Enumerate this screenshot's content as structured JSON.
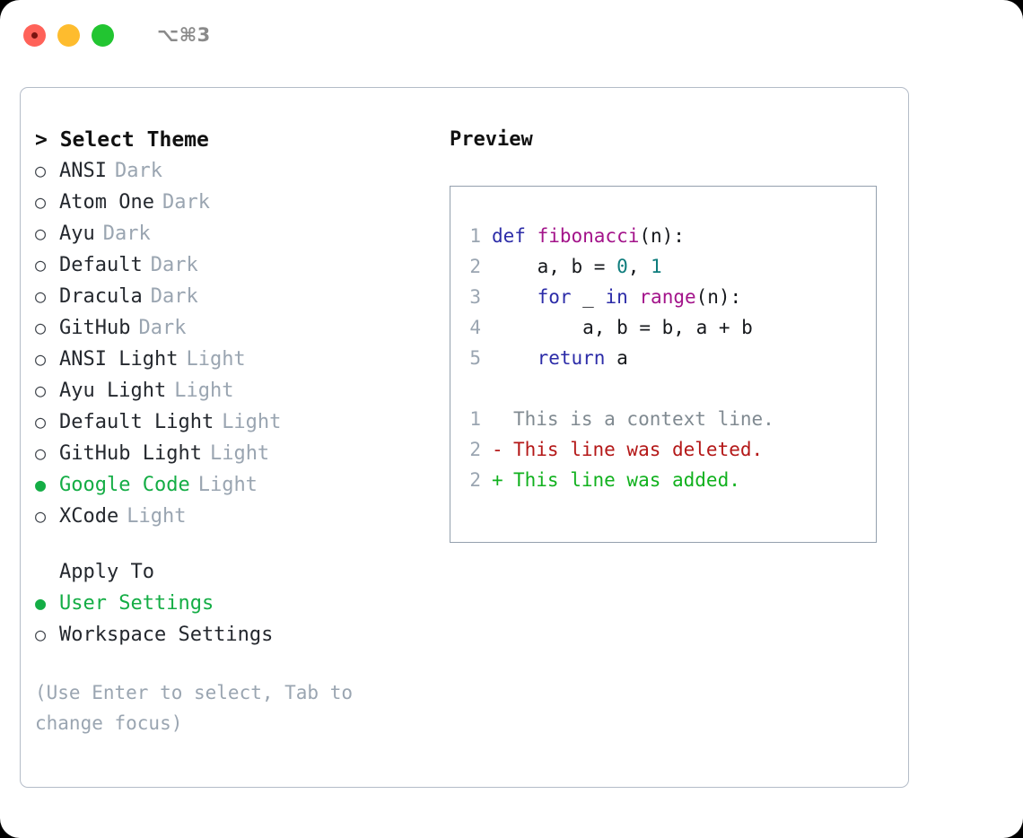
{
  "titlebar": {
    "shortcut": "⌥⌘3",
    "lights": [
      "close-light",
      "minimize-light",
      "maximize-light"
    ]
  },
  "theme_section": {
    "header": "> Select Theme",
    "prompt": ">",
    "header_text": "Select Theme",
    "options": [
      {
        "marker": "○",
        "label": "ANSI",
        "variant": "Dark",
        "selected": false
      },
      {
        "marker": "○",
        "label": "Atom One",
        "variant": "Dark",
        "selected": false
      },
      {
        "marker": "○",
        "label": "Ayu",
        "variant": "Dark",
        "selected": false
      },
      {
        "marker": "○",
        "label": "Default",
        "variant": "Dark",
        "selected": false
      },
      {
        "marker": "○",
        "label": "Dracula",
        "variant": "Dark",
        "selected": false
      },
      {
        "marker": "○",
        "label": "GitHub",
        "variant": "Dark",
        "selected": false
      },
      {
        "marker": "○",
        "label": "ANSI Light",
        "variant": "Light",
        "selected": false
      },
      {
        "marker": "○",
        "label": "Ayu Light",
        "variant": "Light",
        "selected": false
      },
      {
        "marker": "○",
        "label": "Default Light",
        "variant": "Light",
        "selected": false
      },
      {
        "marker": "○",
        "label": "GitHub Light",
        "variant": "Light",
        "selected": false
      },
      {
        "marker": "●",
        "label": "Google Code",
        "variant": "Light",
        "selected": true
      },
      {
        "marker": "○",
        "label": "XCode",
        "variant": "Light",
        "selected": false
      }
    ]
  },
  "apply_section": {
    "header": "Apply To",
    "options": [
      {
        "marker": "●",
        "label": "User Settings",
        "selected": true
      },
      {
        "marker": "○",
        "label": "Workspace Settings",
        "selected": false
      }
    ]
  },
  "hint": "(Use Enter to select, Tab to change focus)",
  "preview": {
    "title": "Preview",
    "code_lines": [
      {
        "lineno": "1",
        "tokens": [
          {
            "text": "def ",
            "type": "kw"
          },
          {
            "text": "fibonacci",
            "type": "fn"
          },
          {
            "text": "(n):",
            "type": "pl"
          }
        ]
      },
      {
        "lineno": "2",
        "tokens": [
          {
            "text": "    a, b = ",
            "type": "pl"
          },
          {
            "text": "0",
            "type": "num"
          },
          {
            "text": ", ",
            "type": "pl"
          },
          {
            "text": "1",
            "type": "num"
          }
        ]
      },
      {
        "lineno": "3",
        "tokens": [
          {
            "text": "    ",
            "type": "pl"
          },
          {
            "text": "for",
            "type": "kw"
          },
          {
            "text": " _ ",
            "type": "pl"
          },
          {
            "text": "in",
            "type": "kw"
          },
          {
            "text": " ",
            "type": "pl"
          },
          {
            "text": "range",
            "type": "fn"
          },
          {
            "text": "(n):",
            "type": "pl"
          }
        ]
      },
      {
        "lineno": "4",
        "tokens": [
          {
            "text": "        a, b = b, a + b",
            "type": "pl"
          }
        ]
      },
      {
        "lineno": "5",
        "tokens": [
          {
            "text": "    ",
            "type": "pl"
          },
          {
            "text": "return",
            "type": "kw"
          },
          {
            "text": " a",
            "type": "pl"
          }
        ]
      }
    ],
    "diff_lines": [
      {
        "lineno": "1",
        "sign": " ",
        "text": "This is a context line.",
        "kind": "ctx"
      },
      {
        "lineno": "2",
        "sign": "-",
        "text": "This line was deleted.",
        "kind": "del"
      },
      {
        "lineno": "2",
        "sign": "+",
        "text": "This line was added.",
        "kind": "add"
      }
    ]
  },
  "colors": {
    "accent_green": "#14ad45",
    "muted": "#9aa5b1",
    "keyword": "#2c2ca8",
    "function": "#a3138a",
    "number": "#0e7c7c",
    "diff_deleted": "#b41818",
    "diff_added": "#11b11e",
    "border": "#94a0ae"
  }
}
